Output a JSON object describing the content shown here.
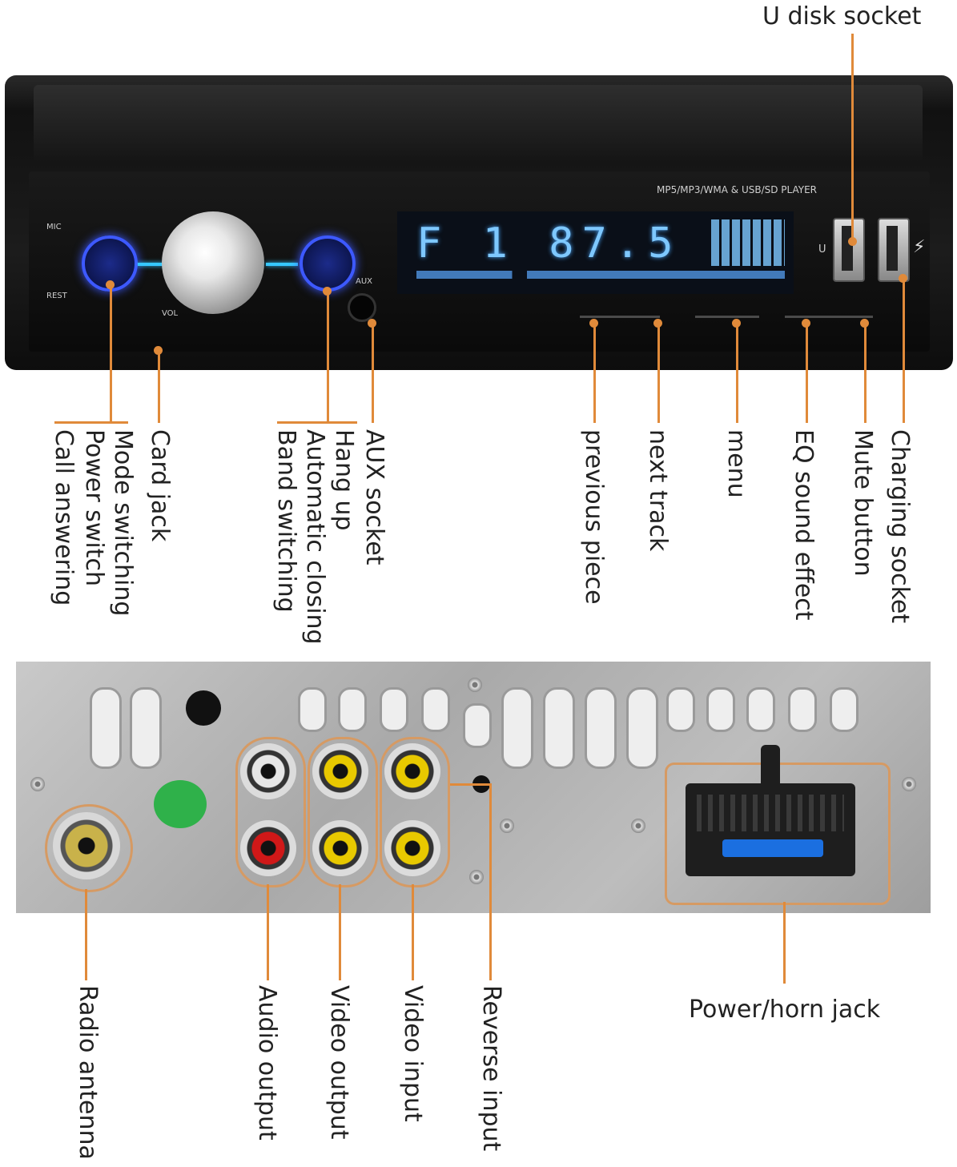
{
  "front_panel": {
    "player_label": "MP5/MP3/WMA & USB/SD PLAYER",
    "lcd_readout": "F 1 87.5",
    "mic_label": "MIC",
    "rest_label": "REST",
    "vol_label": "VOL",
    "aux_label": "AUX",
    "usb_label": "U"
  },
  "front_callouts": {
    "u_disk_socket": "U disk socket",
    "mode_switching": "Mode switching",
    "power_switch": "Power switch",
    "call_answering": "Call answering",
    "card_jack": "Card jack",
    "hang_up": "Hang up",
    "automatic_closing": "Automatic closing",
    "band_switching": "Band switching",
    "aux_socket": "AUX socket",
    "previous_piece": "previous piece",
    "next_track": "next track",
    "menu": "menu",
    "eq_sound_effect": "EQ sound effect",
    "mute_button": "Mute button",
    "charging_socket": "Charging socket"
  },
  "back_callouts": {
    "radio_antenna": "Radio antenna",
    "audio_output": "Audio output",
    "video_output": "Video output",
    "video_input": "Video input",
    "reverse_input": "Reverse input",
    "power_horn_jack": "Power/horn jack"
  },
  "colors": {
    "leader": "#e08a3a",
    "button_glow": "#3d59ff",
    "lcd_text": "#7ec8ff"
  }
}
